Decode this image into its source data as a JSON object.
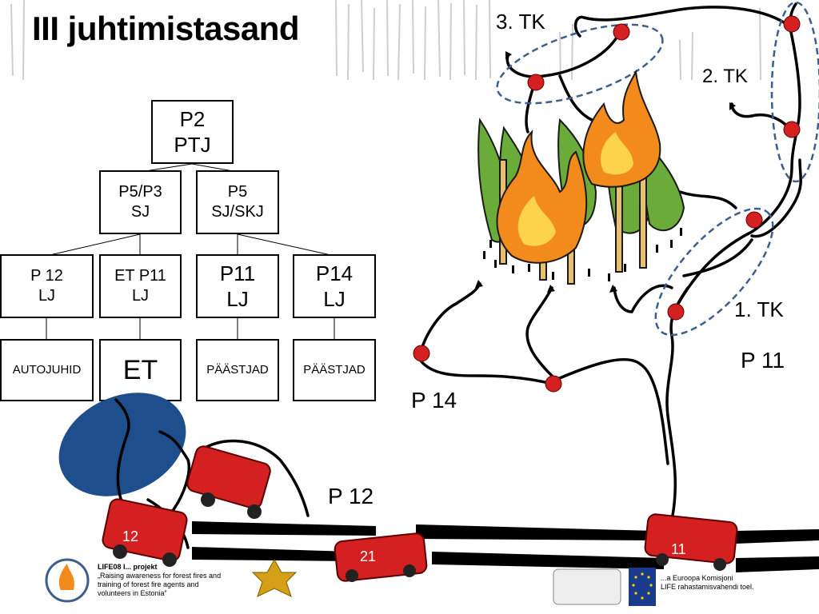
{
  "slide": {
    "title": "III juhtimistasand"
  },
  "org_chart": {
    "top": {
      "line1": "P2",
      "line2": "PTJ"
    },
    "level2": [
      {
        "line1": "P5/P3",
        "line2": "SJ"
      },
      {
        "line1": "P5",
        "line2": "SJ/SKJ"
      }
    ],
    "level3": [
      {
        "line1": "P 12",
        "line2": "LJ"
      },
      {
        "line1": "ET P11",
        "line2": "LJ"
      },
      {
        "line1": "P11",
        "line2": "LJ"
      },
      {
        "line1": "P14",
        "line2": "LJ"
      }
    ],
    "level4": [
      {
        "text": "AUTOJUHID"
      },
      {
        "text": "ET"
      },
      {
        "text": "PÄÄSTJAD"
      },
      {
        "text": "PÄÄSTJAD"
      }
    ]
  },
  "map_labels": {
    "tk3": "3. TK",
    "tk2": "2. TK",
    "tk1": "1. TK",
    "p11": "P 11",
    "p14": "P 14",
    "p12": "P 12"
  },
  "trucks": {
    "t12": "12",
    "t21": "21",
    "t11": "11"
  },
  "footer": {
    "left_text_lines": [
      "LIFE08 I... projekt",
      "„Raising awareness for forest fires and",
      "training of forest fire agents and",
      "volunteers in Estonia”"
    ],
    "right_text_lines": [
      "...a Euroopa Komisjoni",
      "LIFE rahastamisvahendi toel."
    ]
  },
  "colors": {
    "accent_blue": "#1f4e8c",
    "dashed_ellipse": "#3a5f8f",
    "truck_red": "#d42020",
    "flame_orange": "#f28a1c",
    "tree_green": "#6aab3a"
  }
}
